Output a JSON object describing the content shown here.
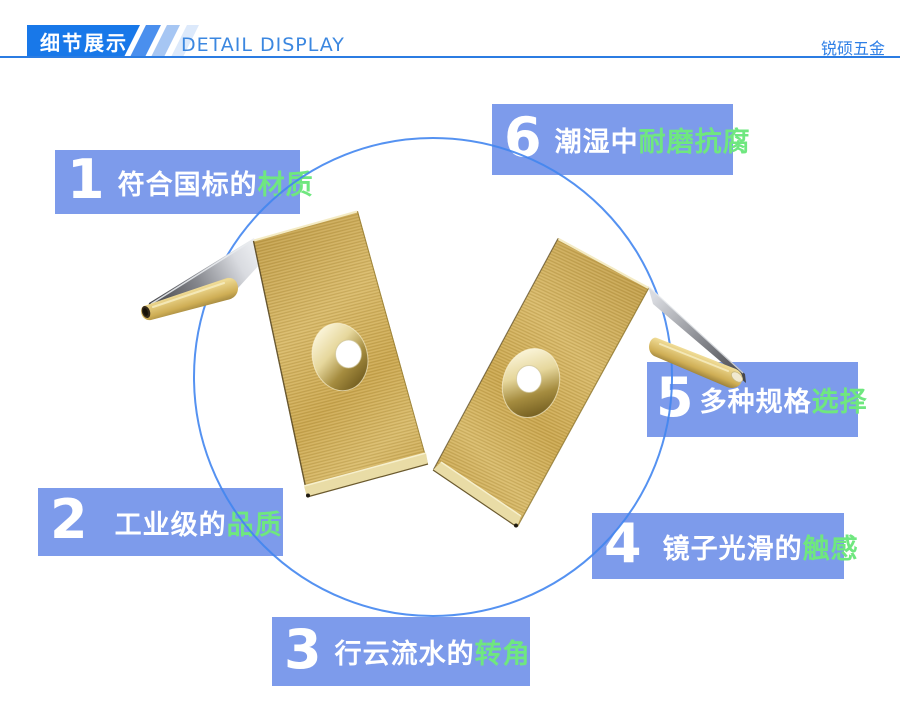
{
  "header": {
    "badge_label": "细节展示",
    "subtitle": "DETAIL DISPLAY",
    "brand": "锐硕五金"
  },
  "product": {
    "alt": "两个金色黄铜角码（带沉头孔和插销脚）"
  },
  "callouts": [
    {
      "number": "1",
      "text": "符合国标的",
      "highlight": "材质"
    },
    {
      "number": "2",
      "text": "工业级的",
      "highlight": "品质"
    },
    {
      "number": "3",
      "text": "行云流水的",
      "highlight": "转角"
    },
    {
      "number": "4",
      "text": "镜子光滑的",
      "highlight": "触感"
    },
    {
      "number": "5",
      "text": "多种规格",
      "highlight": "选择"
    },
    {
      "number": "6",
      "text": "潮湿中",
      "highlight": "耐磨抗腐"
    }
  ],
  "colors": {
    "badge_blue": "#1878e9",
    "stripe_blue_1": "#4a8fee",
    "stripe_blue_2": "#a6c6f3",
    "stripe_blue_3": "#dce9fb",
    "subtitle_blue": "#3b87e0",
    "rule_blue": "#2b7ce2",
    "brand_blue": "#2e7fe6",
    "callout_bg": "#7d9beb",
    "highlight_green": "#6fe77f",
    "circle_stroke": "#4a8ef0",
    "brass": "#cfa94f"
  }
}
